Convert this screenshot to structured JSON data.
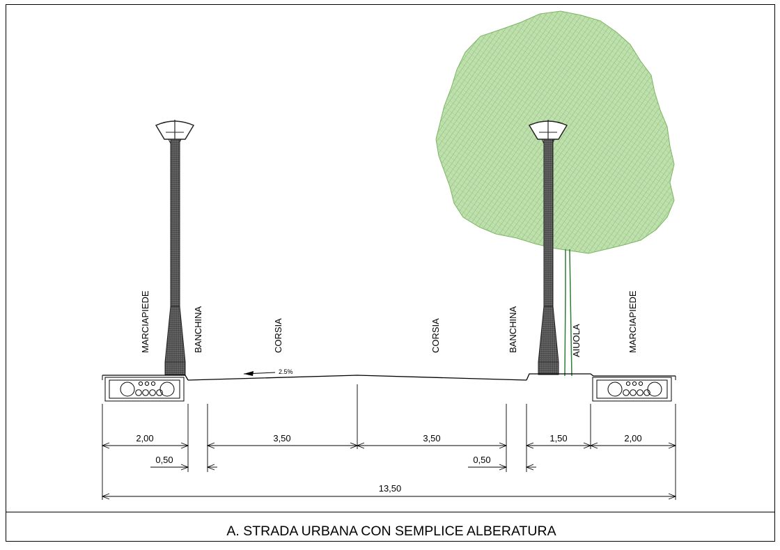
{
  "title": "A. STRADA URBANA CON SEMPLICE ALBERATURA",
  "zone_labels": {
    "sidewalk_left": "MARCIAPIEDE",
    "shoulder_left": "BANCHINA",
    "lane_left": "CORSIA",
    "lane_right": "CORSIA",
    "shoulder_right": "BANCHINA",
    "planting_strip": "AIUOLA",
    "sidewalk_right": "MARCIAPIEDE"
  },
  "slope": "2.5%",
  "dimensions": {
    "sidewalk_left": "2,00",
    "shoulder_left": "0,50",
    "lane_left": "3,50",
    "lane_right": "3,50",
    "shoulder_right": "0,50",
    "planting_strip": "1,50",
    "sidewalk_right": "2,00",
    "total": "13,50"
  },
  "colors": {
    "line": "#000000",
    "pole": "#3c3c3c",
    "tree_fill": "#b7dca6",
    "tree_hatch": "#6aa84f",
    "tree_trunk": "#2e7d32"
  }
}
